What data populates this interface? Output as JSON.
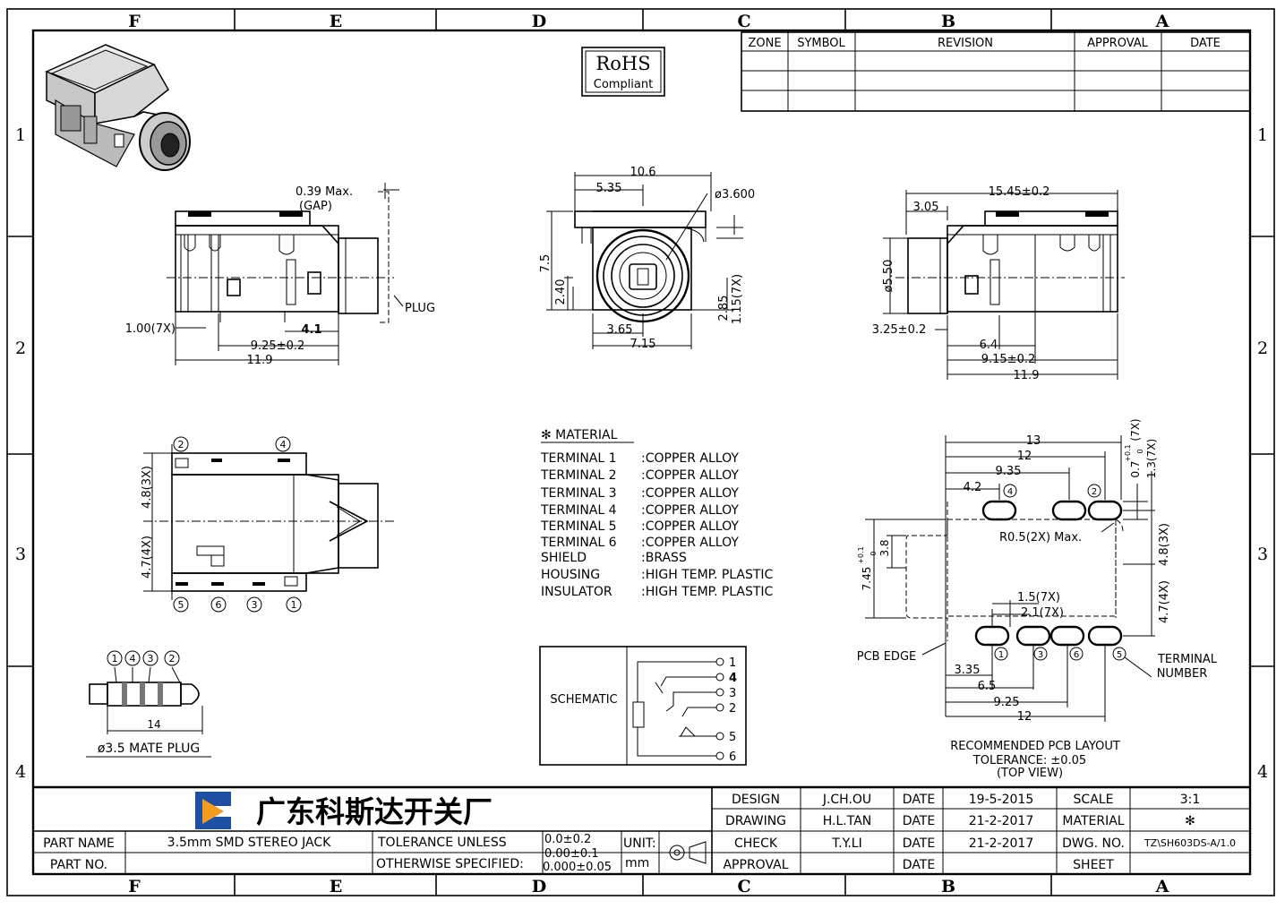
{
  "border": {
    "columns": [
      "F",
      "E",
      "D",
      "C",
      "B",
      "A"
    ],
    "rows": [
      "1",
      "2",
      "3",
      "4"
    ]
  },
  "rohs": {
    "line1": "RoHS",
    "line2": "Compliant"
  },
  "revision_table": {
    "headers": [
      "ZONE",
      "SYMBOL",
      "REVISION",
      "APPROVAL",
      "DATE"
    ]
  },
  "side_view": {
    "gap_label": "0.39 Max.",
    "gap_sub": "(GAP)",
    "plug_label": "PLUG",
    "dim_pitch": "1.00(7X)",
    "dim_4_1": "4.1",
    "dim_9_25": "9.25±0.2",
    "dim_11_9": "11.9"
  },
  "front_view": {
    "dim_10_6": "10.6",
    "dim_5_35": "5.35",
    "dim_dia": "ø3.600",
    "dim_7_5": "7.5",
    "dim_2_40": "2.40",
    "dim_2_85": "2.85",
    "dim_1_15": "1.15(7X)",
    "dim_3_65": "3.65",
    "dim_7_15": "7.15"
  },
  "right_view": {
    "dim_15_45": "15.45±0.2",
    "dim_3_05": "3.05",
    "dim_dia": "ø5.50",
    "dim_3_25": "3.25±0.2",
    "dim_6_4": "6.4",
    "dim_9_15": "9.15±0.2",
    "dim_11_9": "11.9"
  },
  "bottom_view": {
    "dim_4_8": "4.8(3X)",
    "dim_4_7": "4.7(4X)",
    "top_pins": [
      "2",
      "4"
    ],
    "bottom_pins": [
      "5",
      "6",
      "3",
      "1"
    ]
  },
  "mate_plug": {
    "pins": [
      "1",
      "4",
      "3",
      "2"
    ],
    "length": "14",
    "title": "ø3.5 MATE PLUG"
  },
  "material": {
    "title": "✻ MATERIAL",
    "items": [
      {
        "name": "TERMINAL 1",
        "value": ":COPPER ALLOY"
      },
      {
        "name": "TERMINAL 2",
        "value": ":COPPER ALLOY"
      },
      {
        "name": "TERMINAL 3",
        "value": ":COPPER ALLOY"
      },
      {
        "name": "TERMINAL 4",
        "value": ":COPPER ALLOY"
      },
      {
        "name": "TERMINAL 5",
        "value": ":COPPER ALLOY"
      },
      {
        "name": "TERMINAL 6",
        "value": ":COPPER ALLOY"
      },
      {
        "name": "SHIELD",
        "value": ":BRASS"
      },
      {
        "name": "HOUSING",
        "value": ":HIGH TEMP. PLASTIC"
      },
      {
        "name": "INSULATOR",
        "value": ":HIGH TEMP. PLASTIC"
      }
    ]
  },
  "schematic": {
    "label": "SCHEMATIC",
    "pins": [
      "1",
      "4",
      "3",
      "2",
      "5",
      "6"
    ]
  },
  "pcb_layout": {
    "dim_13": "13",
    "dim_12_top": "12",
    "dim_9_35": "9.35",
    "dim_4_2": "4.2",
    "dim_0_7": "0.7",
    "dim_0_7_tol_up": "+0.1",
    "dim_0_7_tol_dn": "0",
    "dim_0_7_count": "(7X)",
    "dim_1_3": "1.3(7X)",
    "dim_r05": "R0.5(2X) Max.",
    "dim_4_8": "4.8(3X)",
    "dim_7_45": "7.45",
    "dim_7_45_tol_up": "+0.1",
    "dim_7_45_tol_dn": "0",
    "dim_3_8": "3.8",
    "dim_4_7": "4.7(4X)",
    "dim_1_5": "1.5(7X)",
    "dim_2_1": "2.1(7X)",
    "pcb_edge": "PCB EDGE",
    "terminal_number": [
      "TERMINAL",
      "NUMBER"
    ],
    "dim_3_35": "3.35",
    "dim_6_5": "6.5",
    "dim_9_25": "9.25",
    "dim_12_bot": "12",
    "top_pins": [
      "4",
      "2"
    ],
    "bottom_pins": [
      "1",
      "3",
      "6",
      "5"
    ],
    "caption1": "RECOMMENDED PCB LAYOUT",
    "caption2": "TOLERANCE: ±0.05",
    "caption3": "(TOP VIEW)"
  },
  "title_block": {
    "company": "广东科斯达开关厂",
    "design_label": "DESIGN",
    "design_name": "J.CH.OU",
    "drawing_label": "DRAWING",
    "drawing_name": "H.L.TAN",
    "check_label": "CHECK",
    "check_name": "T.Y.LI",
    "approval_label": "APPROVAL",
    "date_label": "DATE",
    "date1": "19-5-2015",
    "date2": "21-2-2017",
    "date3": "21-2-2017",
    "scale_label": "SCALE",
    "scale_value": "3:1",
    "material_label": "MATERIAL",
    "material_value": "✻",
    "dwg_label": "DWG. NO.",
    "dwg_value": "TZ\\SH603DS-A/1.0",
    "sheet_label": "SHEET",
    "part_name_label": "PART NAME",
    "part_name_value": "3.5mm SMD STEREO JACK",
    "part_no_label": "PART NO.",
    "tol_line1": "TOLERANCE UNLESS",
    "tol_line2": "OTHERWISE SPECIFIED:",
    "tol_v1": "0.0±0.2",
    "tol_v2": "0.00±0.1",
    "tol_v3": "0.000±0.05",
    "unit_label": "UNIT:",
    "unit_value": "mm"
  }
}
